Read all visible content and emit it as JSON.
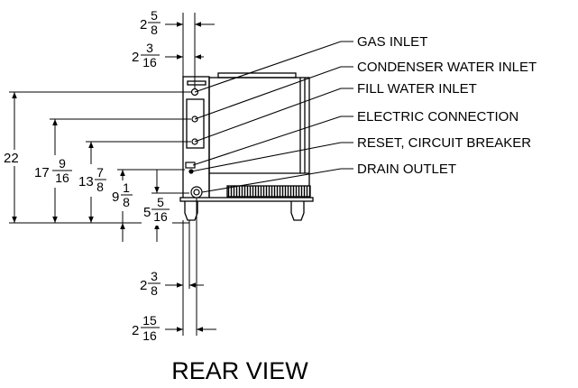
{
  "title": "REAR VIEW",
  "callouts": [
    {
      "label": "GAS INLET"
    },
    {
      "label": "CONDENSER WATER INLET"
    },
    {
      "label": "FILL WATER INLET"
    },
    {
      "label": "ELECTRIC CONNECTION"
    },
    {
      "label": "RESET, CIRCUIT BREAKER"
    },
    {
      "label": "DRAIN OUTLET"
    }
  ],
  "dimensions": {
    "top_1": {
      "whole": "2",
      "num": "5",
      "den": "8"
    },
    "top_2": {
      "whole": "2",
      "num": "3",
      "den": "16"
    },
    "height": {
      "whole": "22",
      "num": "",
      "den": ""
    },
    "h_cond": {
      "whole": "17",
      "num": "9",
      "den": "16"
    },
    "h_fill": {
      "whole": "13",
      "num": "7",
      "den": "8"
    },
    "h_elec": {
      "whole": "9",
      "num": "1",
      "den": "8"
    },
    "h_drain": {
      "whole": "5",
      "num": "5",
      "den": "16"
    },
    "bottom_1": {
      "whole": "2",
      "num": "3",
      "den": "8"
    },
    "bottom_2": {
      "whole": "2",
      "num": "15",
      "den": "16"
    }
  }
}
